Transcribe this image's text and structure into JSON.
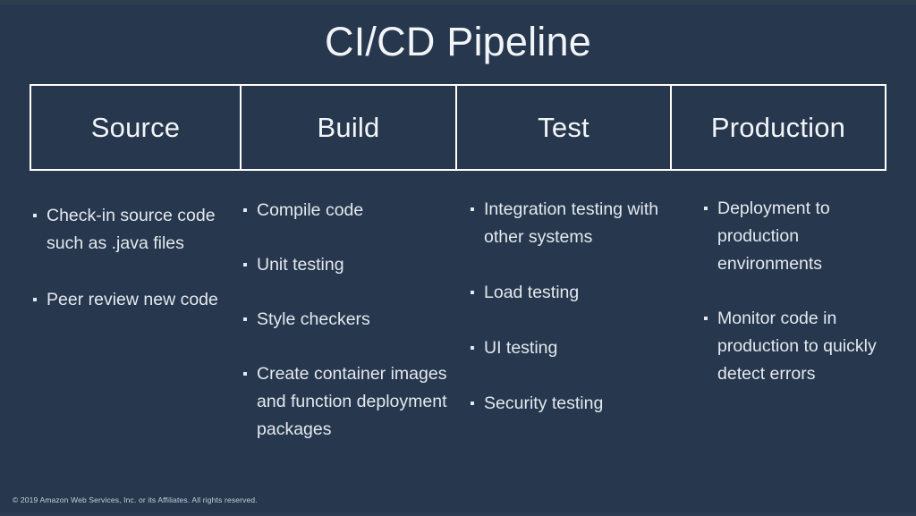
{
  "slide": {
    "title": "CI/CD Pipeline",
    "background_color": "#27374d",
    "text_color": "#e9edf2",
    "border_color": "#ffffff"
  },
  "stages": [
    {
      "label": "Source"
    },
    {
      "label": "Build"
    },
    {
      "label": "Test"
    },
    {
      "label": "Production"
    }
  ],
  "columns": [
    {
      "stage": "Source",
      "bullets": [
        "Check-in source code such as .java files",
        "Peer review new code"
      ]
    },
    {
      "stage": "Build",
      "bullets": [
        "Compile code",
        "Unit testing",
        "Style checkers",
        "Create container images and function deployment packages"
      ]
    },
    {
      "stage": "Test",
      "bullets": [
        "Integration testing with other systems",
        "Load testing",
        "UI testing",
        "Security testing"
      ]
    },
    {
      "stage": "Production",
      "bullets": [
        "Deployment to production environments",
        "Monitor code in production to quickly detect errors"
      ]
    }
  ],
  "footer": {
    "copyright": "© 2019 Amazon Web Services, Inc. or its Affiliates. All rights reserved."
  }
}
